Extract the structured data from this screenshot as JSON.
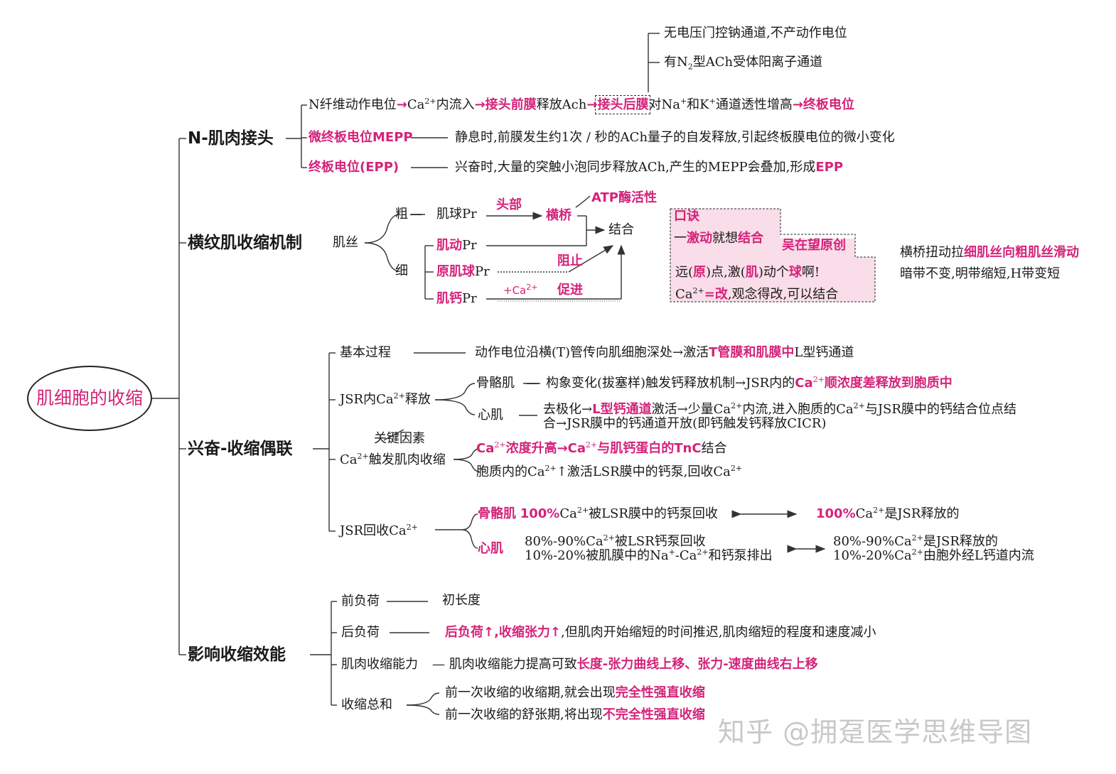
{
  "root": {
    "label": "肌细胞的收缩"
  },
  "branches": {
    "nmj": "N-肌肉接头",
    "mechanism": "横纹肌收缩机制",
    "ec_coupling": "兴奋-收缩偶联",
    "efficiency": "影响收缩效能"
  },
  "nmj": {
    "top1": "无电压门控钠通道,不产动作电位",
    "top2_a": "有N",
    "top2_sub": "2",
    "top2_b": "型ACh受体阳离子通道",
    "flow": {
      "p1": "N纤维动作电位",
      "arrow": "→",
      "p2": "Ca",
      "p2_sup": "2+",
      "p3": "内流入",
      "p4": "接头前膜",
      "p5": "释放Ach",
      "p6": "接头后膜",
      "p7": "对Na",
      "p7_sup": "+",
      "p8": "和K",
      "p8_sup": "+",
      "p9": "通道透性增高",
      "p10": "终板电位"
    },
    "mepp_label": "微终板电位MEPP",
    "mepp_desc": "静息时,前膜发生约1次 / 秒的ACh量子的自发释放,引起终板膜电位的微小变化",
    "epp_label": "终板电位(EPP)",
    "epp_desc_a": "兴奋时,大量的突触小泡同步释放ACh,产生的MEPP会叠加,形成",
    "epp_desc_b": "EPP"
  },
  "mechanism": {
    "filament": "肌丝",
    "thick": "粗",
    "thin": "细",
    "myosin": "肌球Pr",
    "head": "头部",
    "crossbridge": "横桥",
    "atpase": "ATP酶活性",
    "bind": "结合",
    "actin_a": "肌动",
    "actin_b": "Pr",
    "tropomyosin_a": "原肌球",
    "tropomyosin_b": "Pr",
    "block": "阻止",
    "troponin_a": "肌钙",
    "troponin_b": "Pr",
    "ca_plus": "+Ca",
    "ca_plus_sup": "2+",
    "promote": "促进",
    "mnemonic": {
      "title": "口诀",
      "l1_a": "一",
      "l1_b": "激动",
      "l1_c": "就想",
      "l1_d": "结合",
      "l2": "吴在望原创",
      "l3_a": "远(",
      "l3_b": "原",
      "l3_c": ")点,激(",
      "l3_d": "肌",
      "l3_e": ")动个",
      "l3_f": "球",
      "l3_g": "啊!",
      "l4_a": "Ca",
      "l4_sup": "2+",
      "l4_b": "=",
      "l4_c": "改",
      "l4_d": ",观念得改,可以结合"
    },
    "side1_a": "横桥扭动拉",
    "side1_b": "细肌丝向粗肌丝滑动",
    "side2": "暗带不变,明带缩短,H带变短"
  },
  "ec": {
    "basic_label": "基本过程",
    "basic_a": "动作电位沿横(T)管传向肌细胞深处→激活",
    "basic_b": "T管膜和肌膜中",
    "basic_c": "L型钙通道",
    "jsr_label_a": "JSR内Ca",
    "jsr_label_sup": "2+",
    "jsr_label_b": "释放",
    "skeletal": "骨骼肌",
    "sk_a": "构象变化(拔塞样)触发钙释放机制→JSR内的",
    "sk_b": "Ca",
    "sk_sup": "2+",
    "sk_c": "顺浓度差释放到胞质中",
    "cardiac": "心肌",
    "cd_l1_a": "去极化→",
    "cd_l1_b": "L型钙通道",
    "cd_l1_c": "激活→少量Ca",
    "cd_l1_sup": "2+",
    "cd_l1_d": "内流,进入胞质的Ca",
    "cd_l1_sup2": "2+",
    "cd_l1_e": "与JSR膜中的钙结合位点结",
    "cd_l2": "合→JSR膜中的钙通道开放(即钙触发钙释放CICR)",
    "key_factor": "关键因素",
    "trig_a": "Ca",
    "trig_sup": "2+",
    "trig_b": "触发肌肉收缩",
    "trig1_a": "Ca",
    "trig1_sup": "2+",
    "trig1_b": "浓度升高",
    "trig1_c": "→",
    "trig1_d": "Ca",
    "trig1_sup2": "2+",
    "trig1_e": "与肌钙蛋白的TnC",
    "trig1_f": "结合",
    "trig2_a": "胞质内的Ca",
    "trig2_sup": "2+",
    "trig2_b": "↑激活LSR膜中的钙泵,回收Ca",
    "trig2_sup2": "2+",
    "recov_a": "JSR回收Ca",
    "recov_sup": "2+",
    "rsk_a": "骨骼肌",
    "rsk_b": "100%",
    "rsk_c": "Ca",
    "rsk_sup": "2+",
    "rsk_d": "被LSR膜中的钙泵回收",
    "rsk_r_a": "100%",
    "rsk_r_b": "Ca",
    "rsk_r_sup": "2+",
    "rsk_r_c": "是JSR释放的",
    "rcd": "心肌",
    "rcd1_a": "80%-90%Ca",
    "rcd1_sup": "2+",
    "rcd1_b": "被LSR钙泵回收",
    "rcd2_a": "10%-20%被肌膜中的Na",
    "rcd2_sup": "+",
    "rcd2_b": "-Ca",
    "rcd2_sup2": "2+",
    "rcd2_c": "和钙泵排出",
    "rcd_r1_a": "80%-90%Ca",
    "rcd_r1_sup": "2+",
    "rcd_r1_b": "是JSR释放的",
    "rcd_r2_a": "10%-20%Ca",
    "rcd_r2_sup": "2+",
    "rcd_r2_b": "由胞外经L钙道内流"
  },
  "eff": {
    "preload": "前负荷",
    "preload_desc": "初长度",
    "afterload": "后负荷",
    "after_a": "后负荷↑,收缩张力↑",
    "after_b": ",但肌肉开始缩短的时间推迟,肌肉缩短的程度和速度减小",
    "contractility": "肌肉收缩能力",
    "contr_a": "肌肉收缩能力提高可致",
    "contr_b": "长度-张力曲线上移、张力-速度曲线右上移",
    "summation": "收缩总和",
    "sum1_a": "前一次收缩的收缩期,就会出现",
    "sum1_b": "完全性强直收缩",
    "sum2_a": "前一次收缩的舒张期,将出现",
    "sum2_b": "不完全性强直收缩"
  },
  "watermark": "知乎 @拥趸医学思维导图",
  "colors": {
    "accent": "#d4237a",
    "mnemonic_bg": "#f9dde8",
    "line": "#333333"
  }
}
